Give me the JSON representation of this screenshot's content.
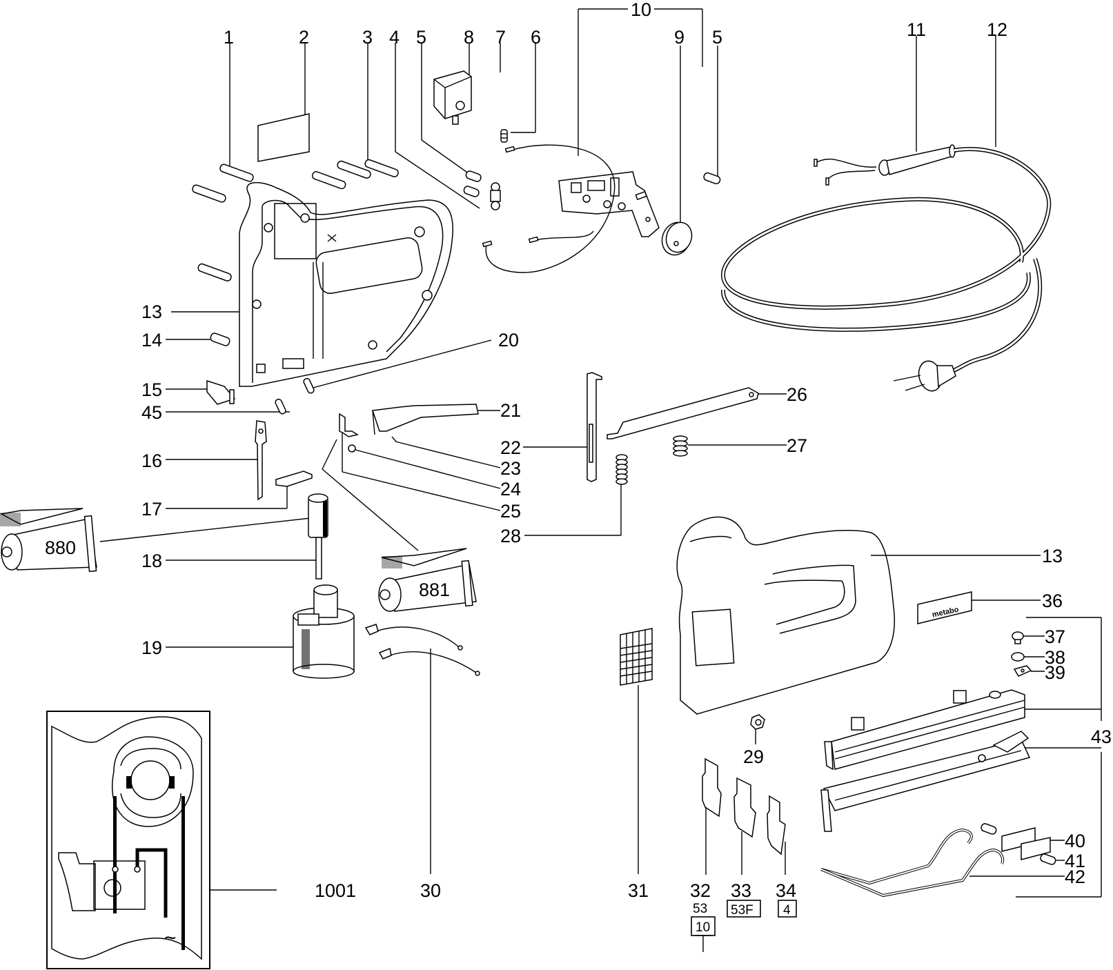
{
  "diagram": {
    "type": "exploded-parts-view",
    "brand_label": "metabo",
    "lubricant_tubes": [
      {
        "id": "880",
        "label": "880"
      },
      {
        "id": "881",
        "label": "881"
      }
    ],
    "callouts": [
      {
        "num": "1"
      },
      {
        "num": "2"
      },
      {
        "num": "3"
      },
      {
        "num": "4"
      },
      {
        "num": "5"
      },
      {
        "num": "8"
      },
      {
        "num": "7"
      },
      {
        "num": "6"
      },
      {
        "num": "10"
      },
      {
        "num": "9"
      },
      {
        "num": "5"
      },
      {
        "num": "11"
      },
      {
        "num": "12"
      },
      {
        "num": "13"
      },
      {
        "num": "14"
      },
      {
        "num": "20"
      },
      {
        "num": "15"
      },
      {
        "num": "45"
      },
      {
        "num": "21"
      },
      {
        "num": "26"
      },
      {
        "num": "16"
      },
      {
        "num": "22"
      },
      {
        "num": "27"
      },
      {
        "num": "23"
      },
      {
        "num": "24"
      },
      {
        "num": "17"
      },
      {
        "num": "25"
      },
      {
        "num": "28"
      },
      {
        "num": "18"
      },
      {
        "num": "13"
      },
      {
        "num": "36"
      },
      {
        "num": "19"
      },
      {
        "num": "37"
      },
      {
        "num": "38"
      },
      {
        "num": "39"
      },
      {
        "num": "43"
      },
      {
        "num": "29"
      },
      {
        "num": "40"
      },
      {
        "num": "41"
      },
      {
        "num": "42"
      },
      {
        "num": "1001"
      },
      {
        "num": "30"
      },
      {
        "num": "31"
      },
      {
        "num": "32"
      },
      {
        "num": "33"
      },
      {
        "num": "34"
      }
    ],
    "variants": {
      "part32_top": "53",
      "part32_box": "10",
      "part33_box": "53F",
      "part34_box": "4"
    },
    "wiring_symbol": "~"
  }
}
